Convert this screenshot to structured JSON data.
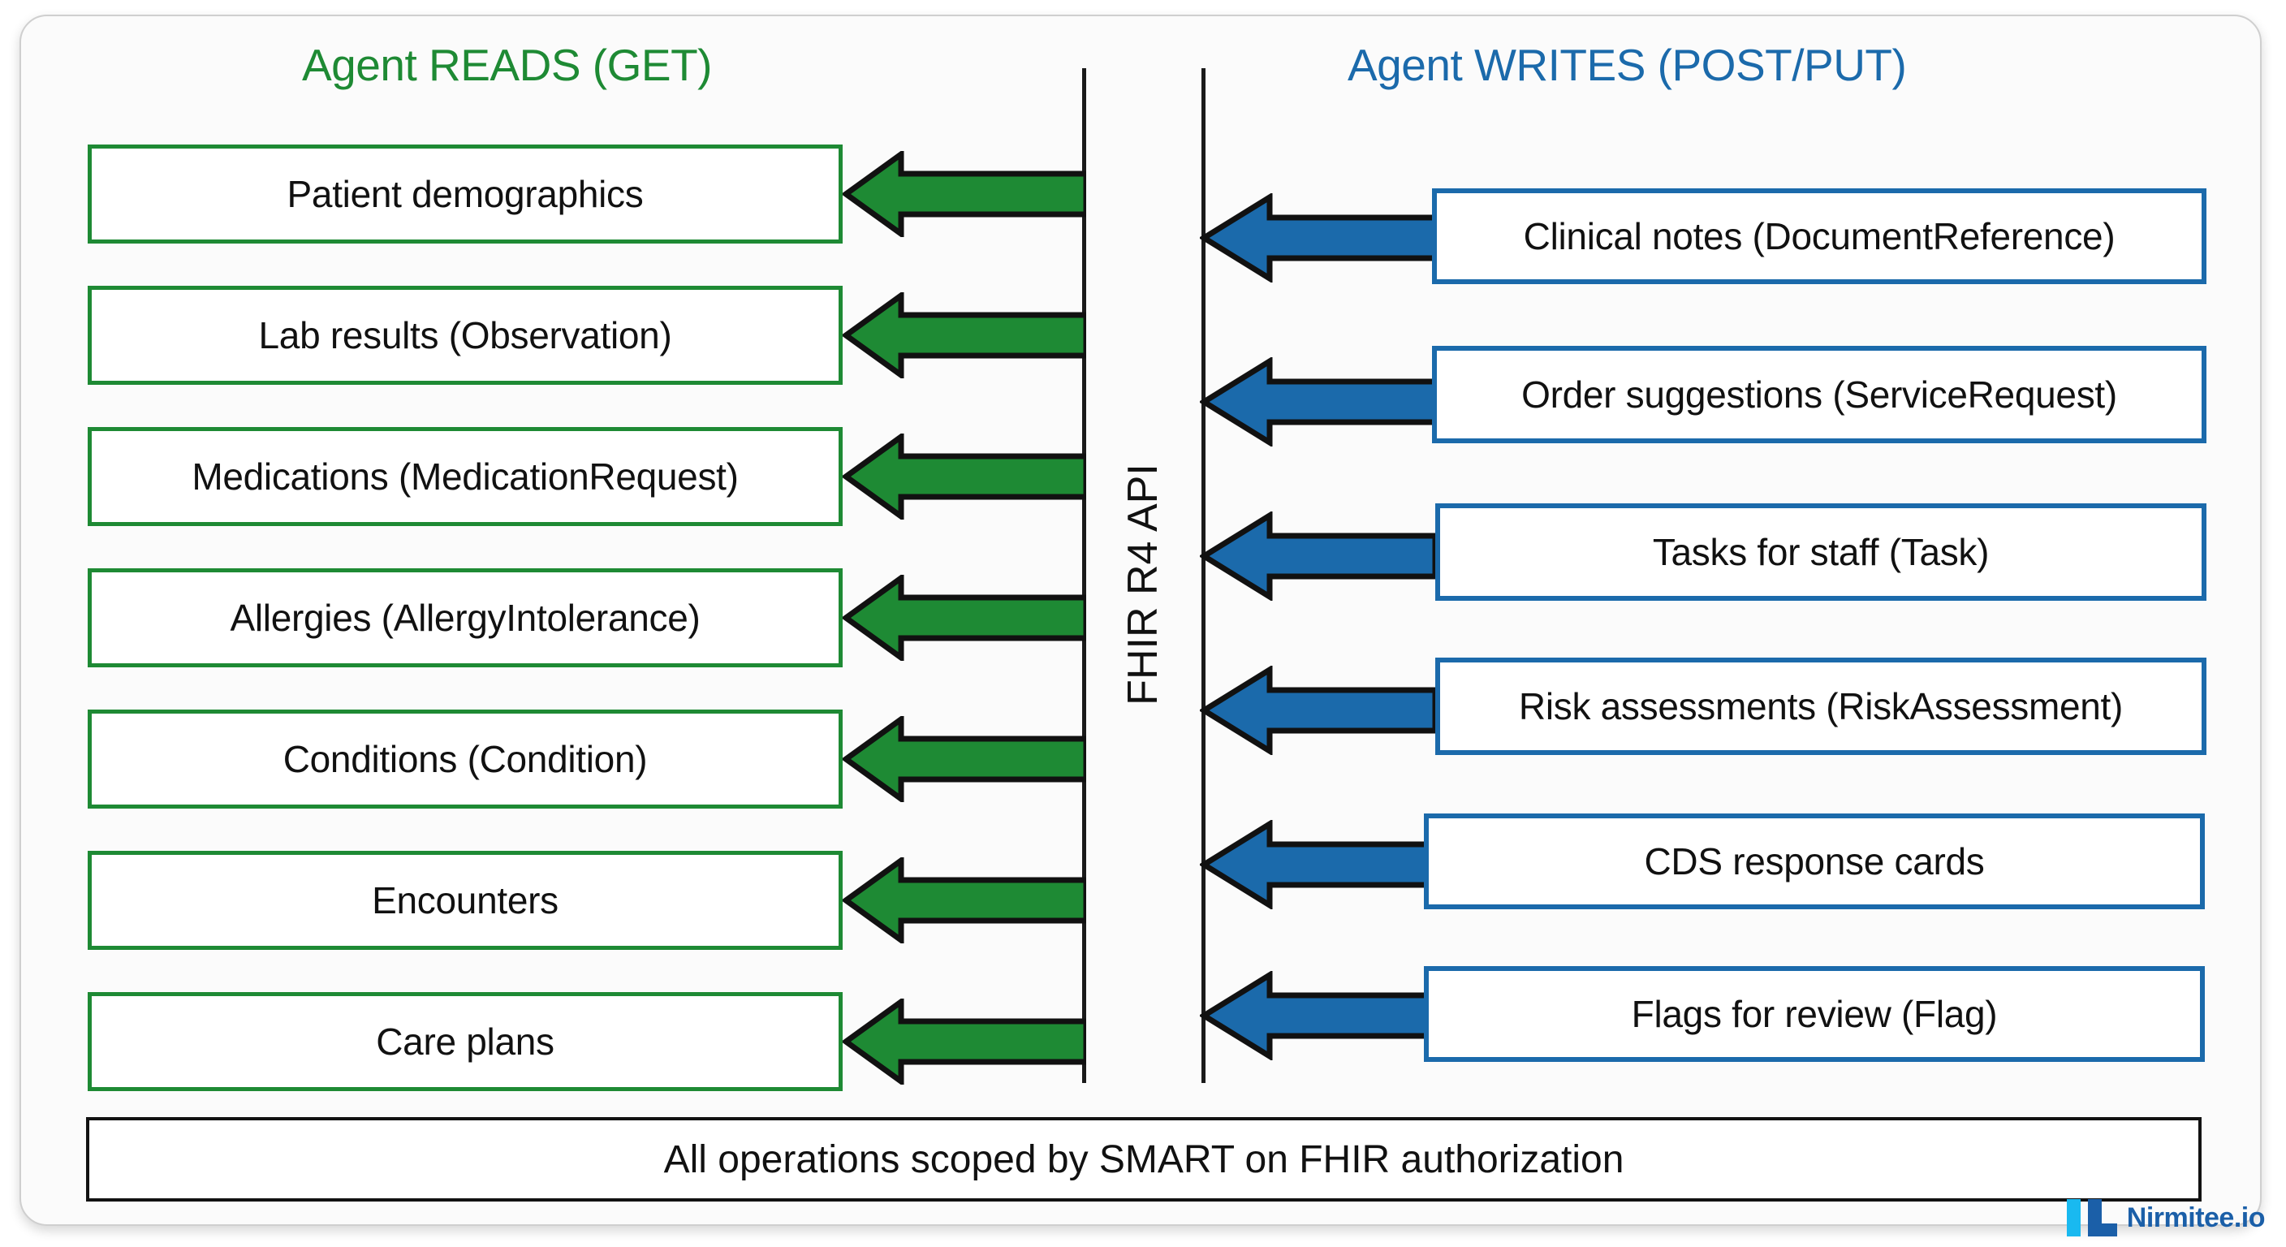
{
  "diagram": {
    "columns": {
      "reads": {
        "header": "Agent READS (GET)",
        "color": "#1e8a34",
        "items": [
          {
            "label": "Patient demographics"
          },
          {
            "label": "Lab results (Observation)"
          },
          {
            "label": "Medications (MedicationRequest)"
          },
          {
            "label": "Allergies (AllergyIntolerance)"
          },
          {
            "label": "Conditions (Condition)"
          },
          {
            "label": "Encounters"
          },
          {
            "label": "Care plans"
          }
        ]
      },
      "writes": {
        "header": "Agent WRITES (POST/PUT)",
        "color": "#1b6aab",
        "items": [
          {
            "label": "Clinical notes (DocumentReference)"
          },
          {
            "label": "Order suggestions (ServiceRequest)"
          },
          {
            "label": "Tasks for staff (Task)"
          },
          {
            "label": "Risk assessments (RiskAssessment)"
          },
          {
            "label": "CDS response cards"
          },
          {
            "label": "Flags for review (Flag)"
          }
        ]
      }
    },
    "axis_label": "FHIR R4 API",
    "footer": "All operations scoped by SMART on FHIR authorization"
  },
  "brand": {
    "name": "Nirmitee.io",
    "mark_colors": {
      "cyan": "#19b9f0",
      "blue": "#1b5fa8"
    }
  }
}
